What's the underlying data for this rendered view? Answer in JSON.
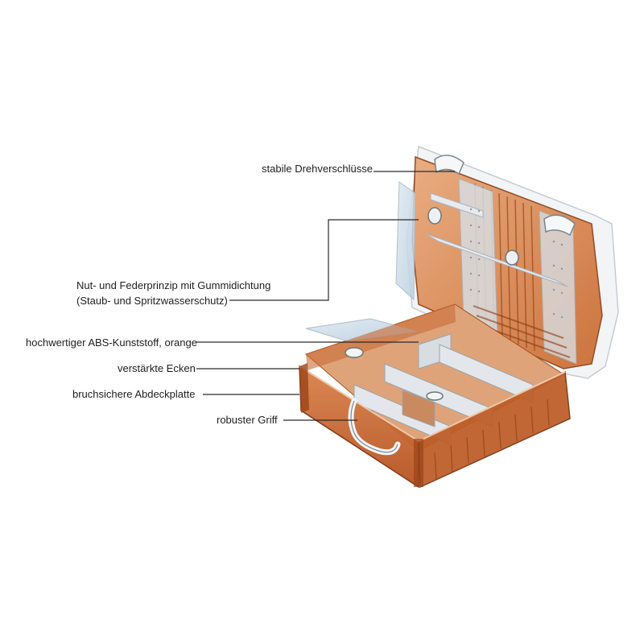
{
  "callouts": {
    "locks": "stabile Drehverschlüsse",
    "seal_line1": "Nut- und Federprinzip mit Gummidichtung",
    "seal_line2": "(Staub- und Spritzwasserschutz)",
    "material": "hochwertiger ABS-Kunststoff, orange",
    "corners": "verstärkte Ecken",
    "cover_plate": "bruchsichere Abdeckplatte",
    "handle": "robuster Griff"
  },
  "colors": {
    "case_orange": "#c8642a",
    "case_light": "#e8a070",
    "case_dark": "#8c3c14",
    "frame_white": "#f2f4f6",
    "divider_gray": "#d8dde2",
    "panel_blue": "#c9dbe8",
    "leader_line": "#2a2a2a"
  }
}
